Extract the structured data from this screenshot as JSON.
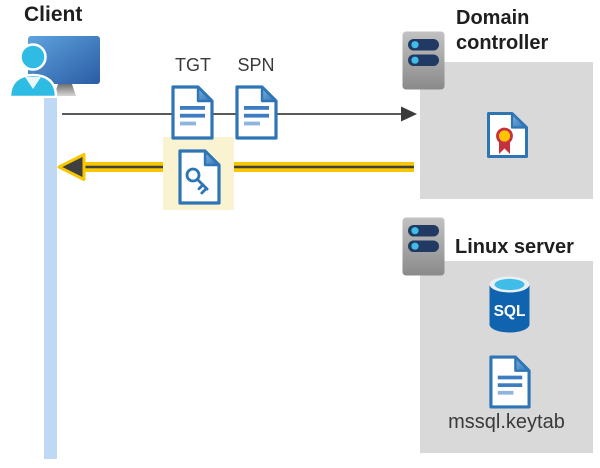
{
  "client": {
    "label": "Client"
  },
  "flow": {
    "tgt_label": "TGT",
    "spn_label": "SPN"
  },
  "domain_controller": {
    "label": "Domain controller"
  },
  "linux_server": {
    "label": "Linux server",
    "sql_badge": "SQL",
    "keytab_filename": "mssql.keytab"
  },
  "icons": {
    "client": "user-at-computer-icon",
    "tgt_ticket": "document-icon",
    "spn_ticket": "document-icon",
    "service_ticket": "document-key-icon",
    "domain_controller": "server-icon",
    "certificate": "certificate-icon",
    "linux_server": "server-icon",
    "database": "sql-database-icon",
    "keytab_file": "document-icon"
  },
  "colors": {
    "response_arrow_yellow": "#F8C700",
    "highlight_yellow": "#FAF3D1",
    "request_arrow_gray": "#58595B",
    "arrow_dark": "#3F3F3F",
    "document_blue": "#2E75B6",
    "person_cyan": "#2FBCE4",
    "timeline_blue": "#BFD8F3",
    "container_gray": "#D9D9D9",
    "server_bar_navy": "#203A64",
    "sql_body_blue": "#1063AE",
    "certificate_red": "#C5313E",
    "certificate_gold": "#FFC400"
  }
}
